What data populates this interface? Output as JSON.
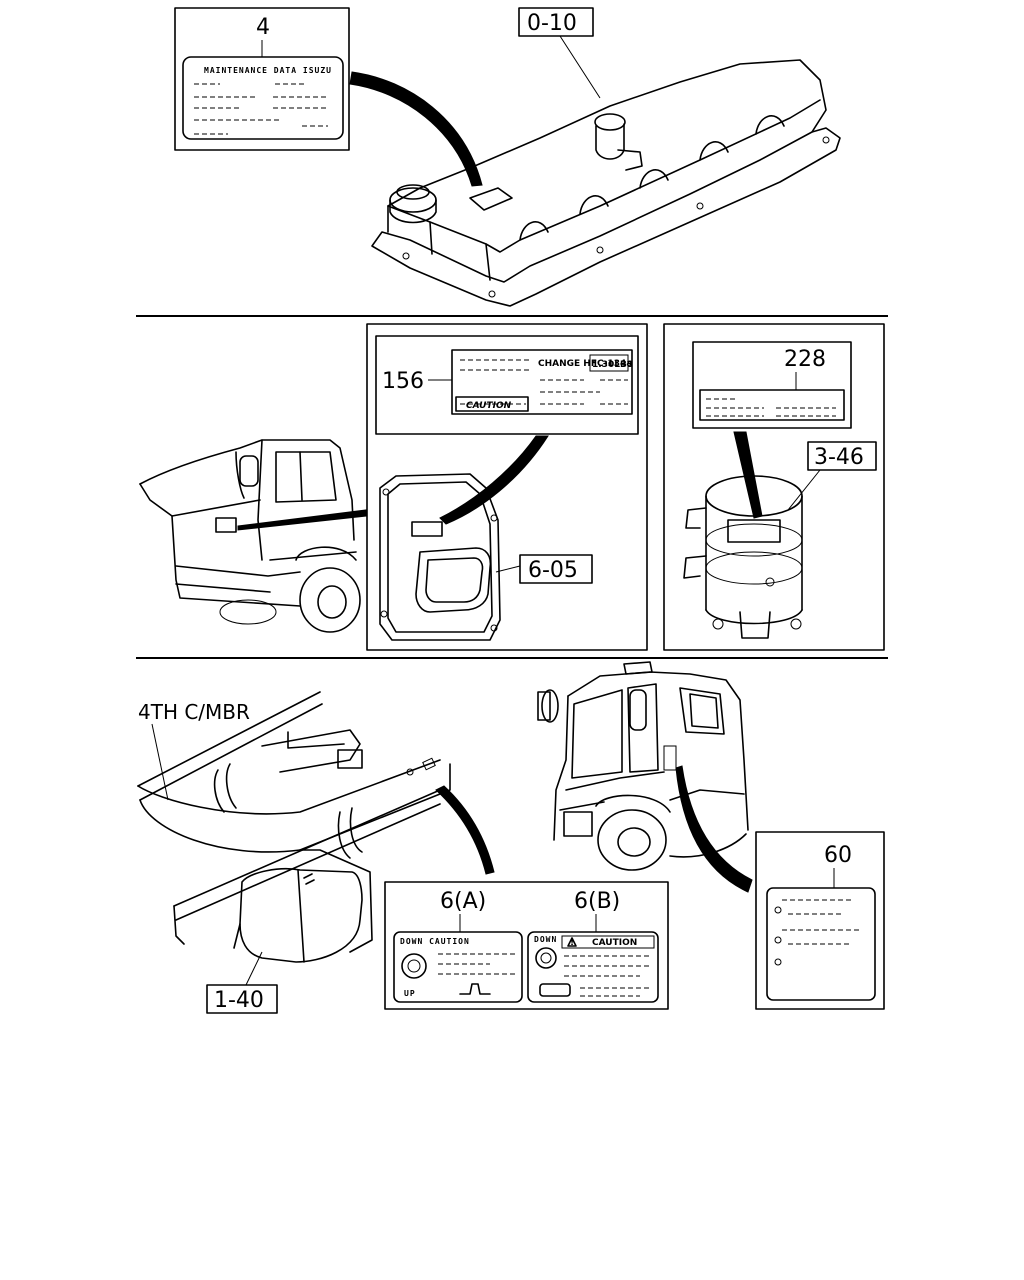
{
  "callouts": {
    "c4": "4",
    "c0_10": "0-10",
    "c156": "156",
    "c228": "228",
    "c3_46": "3-46",
    "c6_05": "6-05",
    "c6a": "6(A)",
    "c6b": "6(B)",
    "c60": "60",
    "c1_40": "1-40",
    "cmbr": "4TH C/MBR"
  },
  "labels": {
    "maintenance": "MAINTENANCE DATA ISUZU",
    "caution_badge": "CAUTION",
    "change_text": "CHANGE HFC-134a",
    "change_qty": "1.30LBS",
    "down_caution": "DOWN CAUTION",
    "up": "UP",
    "caution_b": "CAUTION",
    "warn_symbol": "!",
    "down_b": "DOWN"
  }
}
